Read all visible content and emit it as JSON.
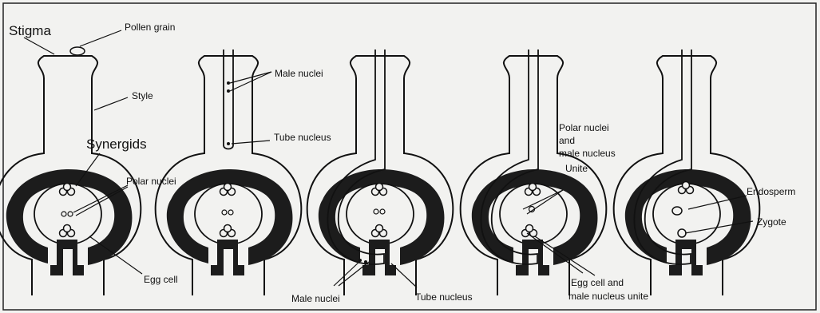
{
  "labels": {
    "stigma": "Stigma",
    "pollen_grain": "Pollen grain",
    "style": "Style",
    "synergids": "Synergids",
    "polar_nuclei": "Polar nuclei",
    "egg_cell": "Egg cell",
    "male_nuclei_top": "Male nuclei",
    "tube_nucleus_top": "Tube nucleus",
    "male_nuclei_bottom": "Male nuclei",
    "tube_nucleus_bottom": "Tube nucleus",
    "polar_line1": "Polar nuclei",
    "polar_line2": "and",
    "polar_line3": "male nucleus",
    "unite": "Unite",
    "egg_unite_line1": "Egg cell and",
    "egg_unite_line2": "male nucleus unite",
    "endosperm": "Endosperm",
    "zygote": "Zygote"
  },
  "colors": {
    "ink": "#111111",
    "paper": "#f2f2f0",
    "fill": "#1c1c1c"
  }
}
